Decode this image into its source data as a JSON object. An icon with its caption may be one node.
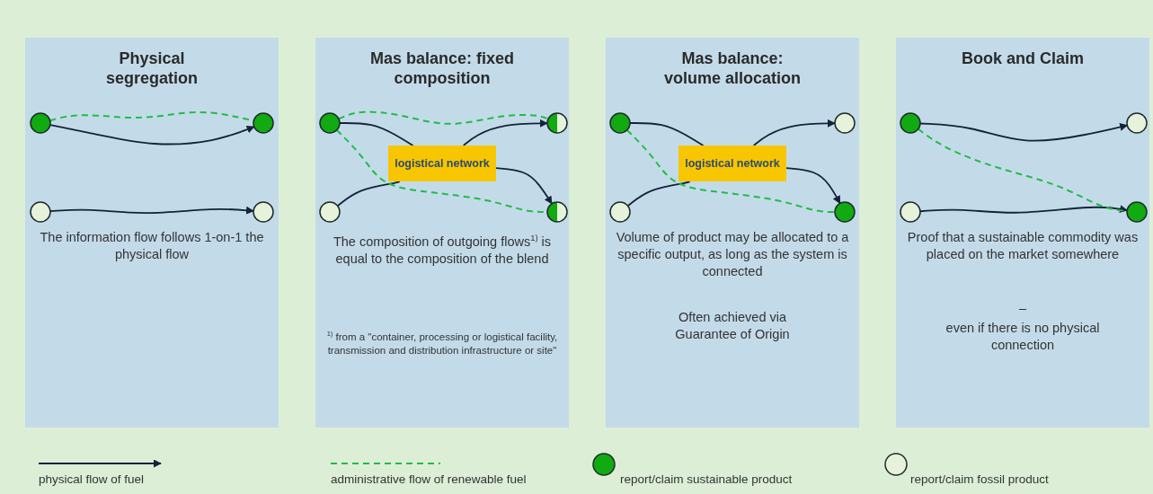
{
  "diagram": {
    "nodes": [
      {
        "text": [
          "Physical segregation",
          "The information flow follows 1-on-1 the physical flow"
        ]
      },
      {
        "text": [],
        "shape": "dot",
        "in": 0
      },
      {
        "text": [],
        "shape": "dot",
        "in": 0
      },
      {
        "text": [],
        "shape": "circle",
        "in": 0
      },
      {
        "text": [],
        "shape": "circle",
        "in": 0
      },
      {
        "text": [
          "Mas balance: fixed composition",
          "The composition of outgoing flows$^{1)}$ is equal to the composition of the blend",
          "$^{1)}$ from a \"container, processing or logistical facility, transmission and distribution infrastructure or site\""
        ]
      },
      {
        "text": [],
        "shape": "dot",
        "in": 5
      },
      {
        "text": [],
        "shape": "circle",
        "in": 5
      },
      {
        "text": [
          "logistical network"
        ],
        "in": 5
      },
      {
        "text": [],
        "shape": "half-circle",
        "in": 5
      },
      {
        "text": [],
        "shape": "half-circle",
        "in": 5
      },
      {
        "text": [
          "Mas balance: volume allocation",
          "Volume of product may be allocated to a specific output, as long as the system is connected",
          "Often achieved via Guarantee of Origin"
        ]
      },
      {
        "text": [],
        "shape": "dot",
        "in": 11
      },
      {
        "text": [],
        "shape": "circle",
        "in": 11
      },
      {
        "text": [
          "logistical network"
        ],
        "in": 11
      },
      {
        "text": [],
        "shape": "circle",
        "in": 11
      },
      {
        "text": [],
        "shape": "dot",
        "in": 11
      },
      {
        "text": [
          "Book and Claim",
          "Proof that a sustainable commodity was placed on the market somewhere",
          "–",
          "even if there is no physical connection"
        ]
      },
      {
        "text": [],
        "shape": "dot",
        "in": 17
      },
      {
        "text": [],
        "shape": "circle",
        "in": 17
      },
      {
        "text": [],
        "shape": "circle",
        "in": 17
      },
      {
        "text": [],
        "shape": "dot",
        "in": 17
      }
    ],
    "edges": [
      {
        "from": 1,
        "to": 2,
        "arrow": "to"
      },
      {
        "from": 1,
        "to": 2,
        "arrow": "none",
        "style": "dashed",
        "color": "#22bb44"
      },
      {
        "from": 3,
        "to": 4,
        "arrow": "to"
      },
      {
        "from": 6,
        "to": 8,
        "arrow": "none"
      },
      {
        "from": 7,
        "to": 8,
        "arrow": "none"
      },
      {
        "from": 8,
        "to": 9,
        "arrow": "to"
      },
      {
        "from": 8,
        "to": 10,
        "arrow": "to"
      },
      {
        "from": 6,
        "to": 9,
        "arrow": "none",
        "style": "dashed",
        "color": "#22bb44"
      },
      {
        "from": 6,
        "to": 10,
        "arrow": "none",
        "style": "dashed",
        "color": "#22bb44"
      },
      {
        "from": 12,
        "to": 14,
        "arrow": "none"
      },
      {
        "from": 13,
        "to": 14,
        "arrow": "none"
      },
      {
        "from": 14,
        "to": 15,
        "arrow": "to"
      },
      {
        "from": 14,
        "to": 16,
        "arrow": "to"
      },
      {
        "from": 12,
        "to": 16,
        "arrow": "none",
        "style": "dashed",
        "color": "#22bb44"
      },
      {
        "from": 18,
        "to": 20,
        "arrow": "to"
      },
      {
        "from": 19,
        "to": 21,
        "arrow": "to"
      },
      {
        "from": 18,
        "to": 21,
        "arrow": "none",
        "style": "dashed",
        "color": "#22bb44"
      }
    ],
    "legend": [
      {
        "text": "physical flow of fuel"
      },
      {
        "text": "administrative flow of renewable fuel"
      },
      {
        "text": "report/claim sustainable product",
        "color": "#11aa11"
      },
      {
        "text": "report/claim fossil product",
        "color": "#e6f2da"
      }
    ]
  }
}
